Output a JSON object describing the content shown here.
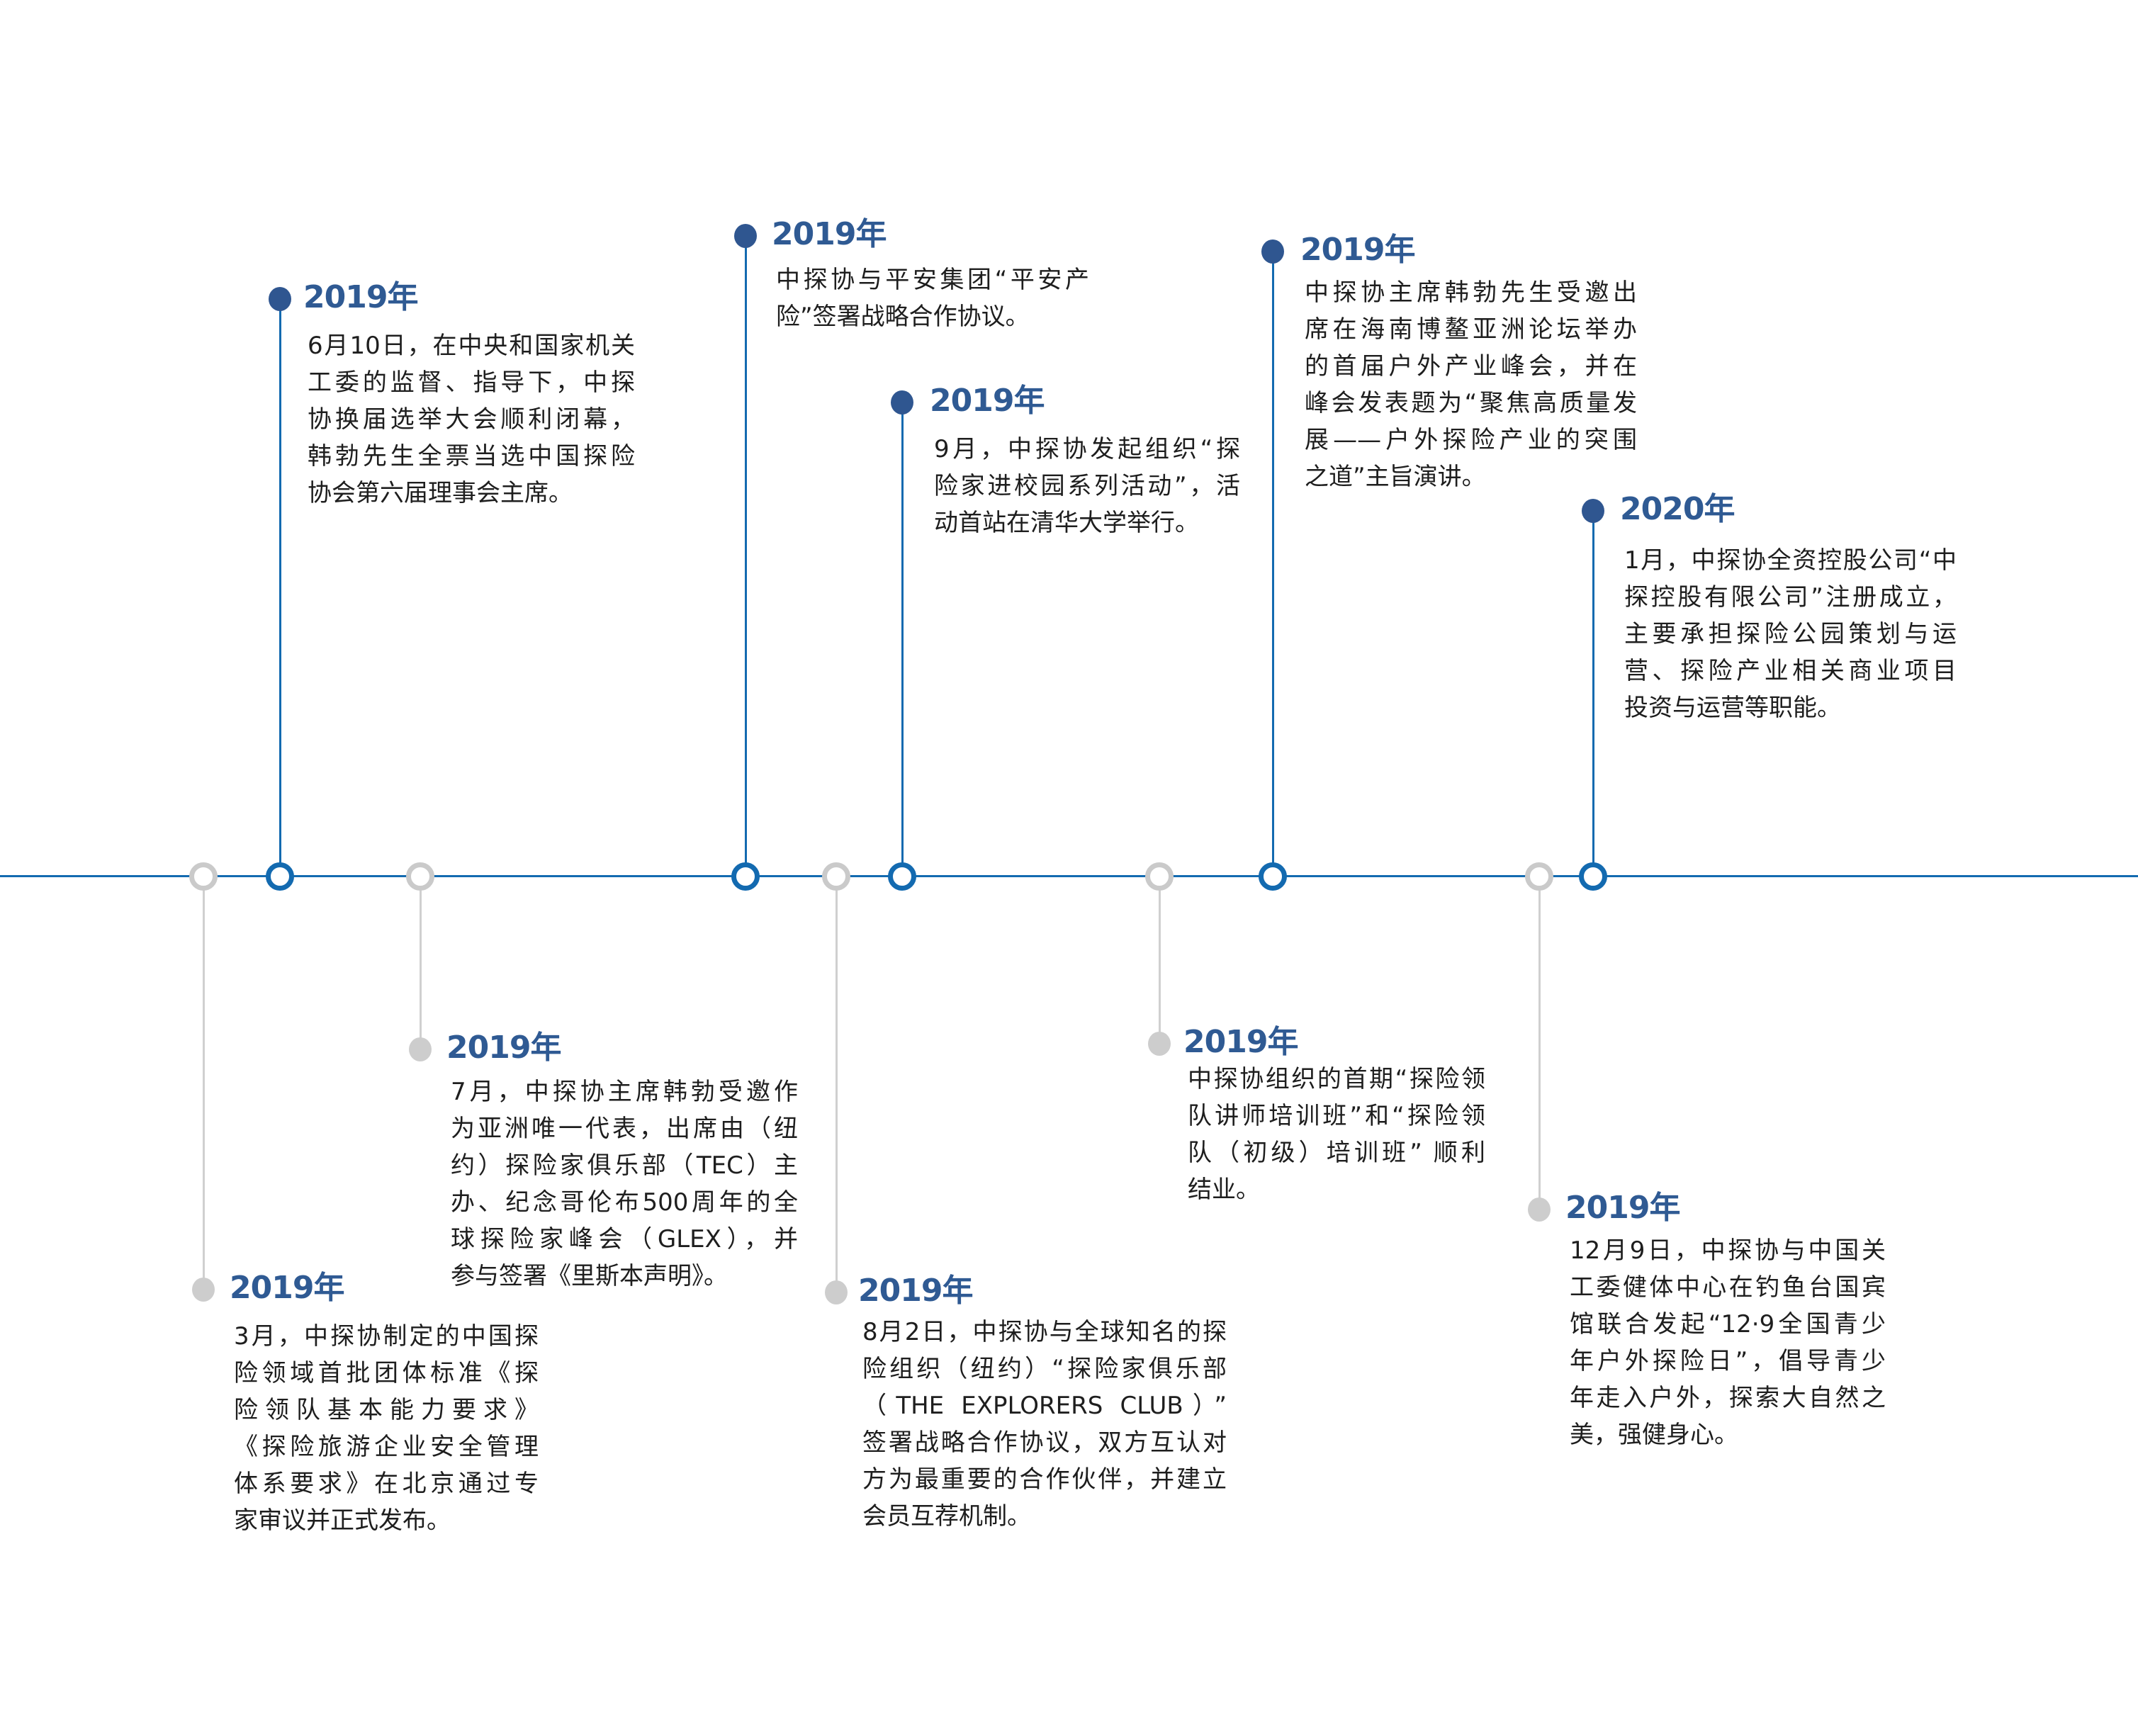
{
  "colors": {
    "axis": "#136ab0",
    "year": "#2f5a93",
    "dot_top": "#2f5690",
    "dot_bottom": "#cdcdcd",
    "ring_gray": "#cacaca"
  },
  "events": [
    {
      "position": "top",
      "year": "2019年",
      "lines": [
        "6月10日，在中央和国家机关",
        "工委的监督、指导下，中探",
        "协换届选举大会顺利闭幕，",
        "韩勃先生全票当选中国探险",
        "协会第六届理事会主席。"
      ]
    },
    {
      "position": "top",
      "year": "2019年",
      "lines": [
        "中探协与平安集团“平安产",
        "险”签署战略合作协议。"
      ]
    },
    {
      "position": "top",
      "year": "2019年",
      "lines": [
        "9月，中探协发起组织“探",
        "险家进校园系列活动”，活",
        "动首站在清华大学举行。"
      ]
    },
    {
      "position": "top",
      "year": "2019年",
      "lines": [
        "中探协主席韩勃先生受邀出",
        "席在海南博鳌亚洲论坛举办",
        "的首届户外产业峰会，并在",
        "峰会发表题为“聚焦高质量发",
        "展——户外探险产业的突围",
        "之道”主旨演讲。"
      ]
    },
    {
      "position": "top",
      "year": "2020年",
      "lines": [
        "1月，中探协全资控股公司“中",
        "探控股有限公司”注册成立，",
        "主要承担探险公园策划与运",
        "营、探险产业相关商业项目",
        "投资与运营等职能。"
      ]
    },
    {
      "position": "bottom",
      "year": "2019年",
      "lines": [
        "3月，中探协制定的中国探",
        "险领域首批团体标准《探",
        "险领队基本能力要求》",
        "《探险旅游企业安全管理",
        "体系要求》在北京通过专",
        "家审议并正式发布。"
      ]
    },
    {
      "position": "bottom",
      "year": "2019年",
      "lines": [
        "7月，中探协主席韩勃受邀作",
        "为亚洲唯一代表，出席由（纽",
        "约）探险家俱乐部（TEC）主",
        "办、纪念哥伦布500周年的全",
        "球探险家峰会（GLEX），并",
        "参与签署《里斯本声明》。"
      ]
    },
    {
      "position": "bottom",
      "year": "2019年",
      "lines": [
        "8月2日，中探协与全球知名的探",
        "险组织（纽约）“探险家俱乐部",
        "（THE EXPLORERS CLUB）”",
        "签署战略合作协议，双方互认对",
        "方为最重要的合作伙伴，并建立",
        "会员互荐机制。"
      ]
    },
    {
      "position": "bottom",
      "year": "2019年",
      "lines": [
        "中探协组织的首期“探险领",
        "队讲师培训班”和“探险领",
        "队（初级）培训班” 顺利",
        "结业。"
      ]
    },
    {
      "position": "bottom",
      "year": "2019年",
      "lines": [
        "12月9日，中探协与中国关",
        "工委健体中心在钓鱼台国宾",
        "馆联合发起“12·9全国青少",
        "年户外探险日”，倡导青少",
        "年走入户外，探索大自然之",
        "美，强健身心。"
      ]
    }
  ]
}
